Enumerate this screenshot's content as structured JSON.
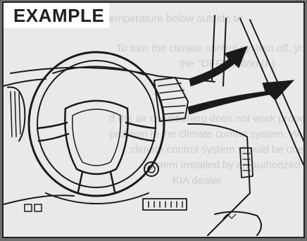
{
  "figure": {
    "label": "EXAMPLE"
  },
  "show_through_lines": [
    "emperature below outside te",
    "To turn the climate control system off, yo",
    "the \"OFF\" button (A)",
    "If the air conditioning does not work properly, the",
    "problem in the climate control system. We recom",
    "climate control system should be checked",
    "system installed by an authorized Kia",
    "KIA dealer"
  ]
}
